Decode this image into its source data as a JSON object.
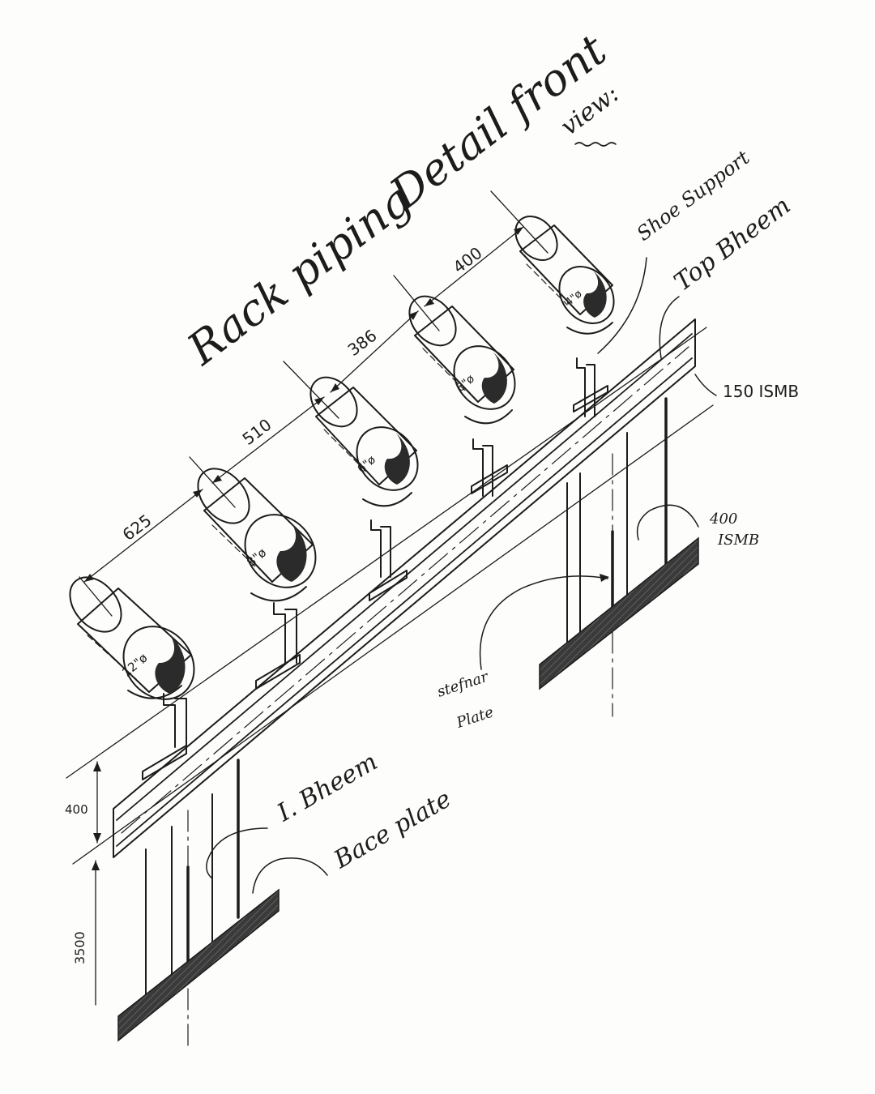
{
  "title": {
    "line1": "Rack piping",
    "line2": "Detail front",
    "line3": "view:"
  },
  "pipes": [
    {
      "size": "12\"ø",
      "spacing": "625"
    },
    {
      "size": "8\"ø",
      "spacing": "510"
    },
    {
      "size": "6\"ø",
      "spacing": "386"
    },
    {
      "size": "6\"ø",
      "spacing": "400"
    },
    {
      "size": "4\"ø",
      "spacing": ""
    }
  ],
  "labels": {
    "shoe_support": "Shoe Support",
    "top_beam": "Top Bheem",
    "top_beam_section": "150 ISMB",
    "column_section_1": "400",
    "column_section_2": "ISMB",
    "stiffener_1": "stefnar",
    "stiffener_2": "Plate",
    "i_beam": "I. Bheem",
    "base_plate": "Bace plate"
  },
  "dimensions": {
    "beam_depth": "400",
    "column_height": "3500"
  },
  "colors": {
    "ink": "#1c1c1c",
    "fill_dark": "#2b2b2b",
    "paper": "#fdfdfc"
  }
}
